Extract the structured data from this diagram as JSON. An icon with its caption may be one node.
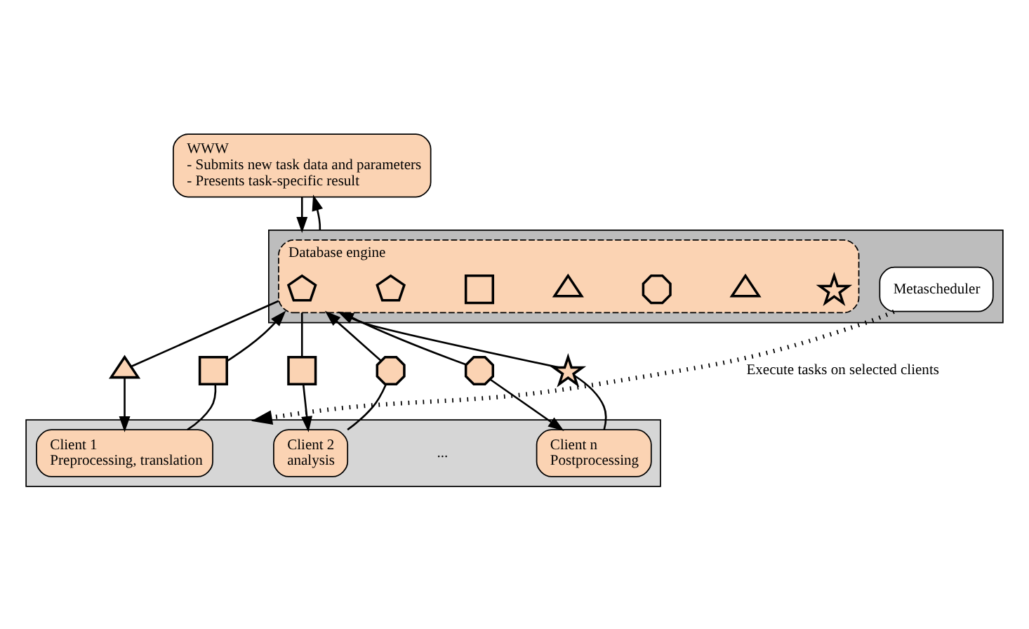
{
  "diagram": {
    "nodes": [
      {
        "text": [
          "WWW",
          "- Submits new task data and parameters",
          "- Presents task-specific result"
        ]
      },
      {
        "text": [],
        "shape": "box"
      },
      {
        "text": [
          "Database engine"
        ],
        "in": 1
      },
      {
        "text": [],
        "shape": "pentagon",
        "in": 2
      },
      {
        "text": [],
        "shape": "pentagon",
        "in": 2
      },
      {
        "text": [],
        "shape": "square",
        "in": 2
      },
      {
        "text": [],
        "shape": "triangle",
        "in": 2
      },
      {
        "text": [],
        "shape": "octagon",
        "in": 2
      },
      {
        "text": [],
        "shape": "triangle",
        "in": 2
      },
      {
        "text": [],
        "shape": "star",
        "in": 2
      },
      {
        "text": [
          "Metascheduler"
        ],
        "in": 1
      },
      {
        "text": [],
        "shape": "triangle"
      },
      {
        "text": [],
        "shape": "square"
      },
      {
        "text": [],
        "shape": "square"
      },
      {
        "text": [],
        "shape": "octagon"
      },
      {
        "text": [],
        "shape": "octagon"
      },
      {
        "text": [],
        "shape": "star"
      },
      {
        "text": [],
        "shape": "box"
      },
      {
        "text": [
          "Client 1",
          "Preprocessing, translation"
        ],
        "in": 17
      },
      {
        "text": [
          "Client 2",
          "analysis"
        ],
        "in": 17
      },
      {
        "text": [
          "Client n",
          "Postprocessing"
        ],
        "in": 17
      }
    ],
    "edges": [
      {
        "from": 0,
        "to": 1,
        "arrow": "to"
      },
      {
        "from": 1,
        "to": 0,
        "arrow": "to"
      },
      {
        "from": 2,
        "to": 11,
        "arrow": "none"
      },
      {
        "from": 11,
        "to": 18,
        "arrow": "to"
      },
      {
        "from": 18,
        "to": 12,
        "arrow": "none"
      },
      {
        "from": 12,
        "to": 2,
        "arrow": "to"
      },
      {
        "from": 2,
        "to": 13,
        "arrow": "none"
      },
      {
        "from": 13,
        "to": 19,
        "arrow": "to"
      },
      {
        "from": 19,
        "to": 14,
        "arrow": "none"
      },
      {
        "from": 14,
        "to": 2,
        "arrow": "to"
      },
      {
        "from": 2,
        "to": 15,
        "arrow": "none"
      },
      {
        "from": 15,
        "to": 20,
        "arrow": "to"
      },
      {
        "from": 20,
        "to": 16,
        "arrow": "none"
      },
      {
        "from": 16,
        "to": 2,
        "arrow": "to"
      },
      {
        "from": 10,
        "to": 17,
        "arrow": "to",
        "label": "Execute tasks on selected clients",
        "style": "dashed"
      }
    ],
    "labels": [
      "..."
    ]
  }
}
